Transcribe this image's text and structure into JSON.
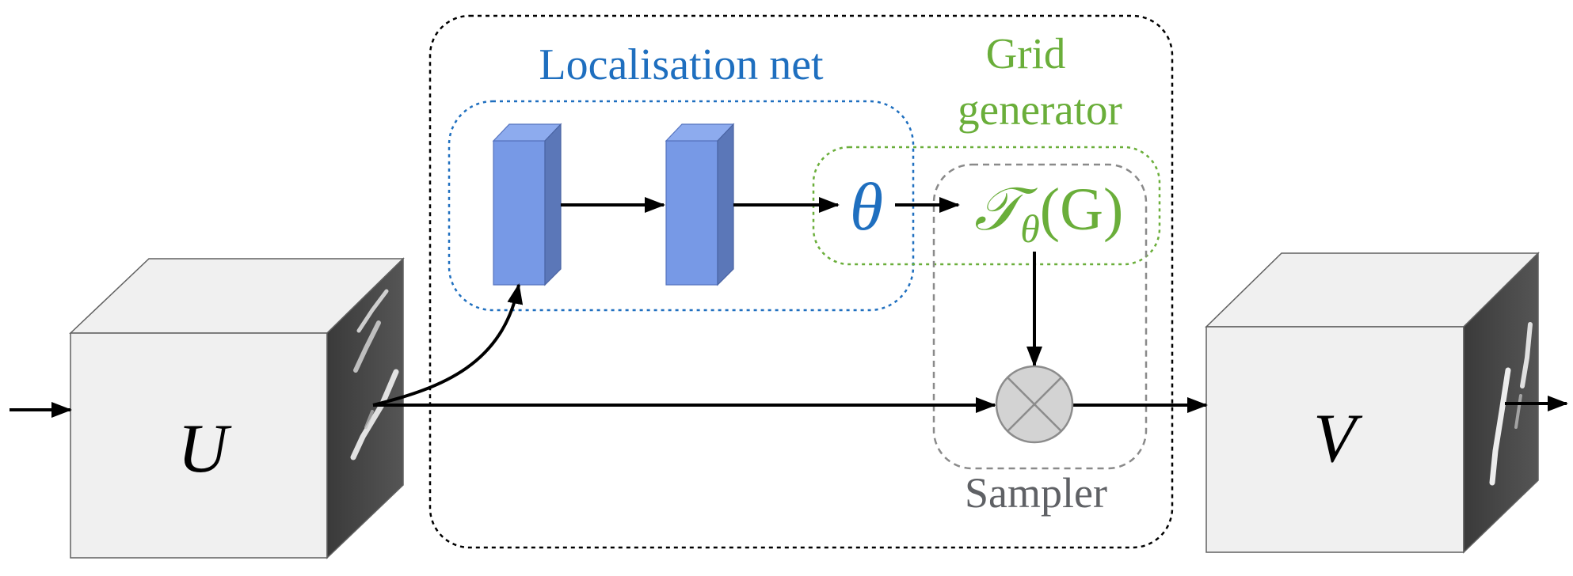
{
  "labels": {
    "localisation_net": "Localisation net",
    "grid_generator_line1": "Grid",
    "grid_generator_line2": "generator",
    "sampler": "Sampler",
    "input": "U",
    "output": "V",
    "theta": "θ",
    "transform_main": "𝒯",
    "transform_sub": "θ",
    "transform_arg": "(G)"
  },
  "colors": {
    "localisation": "#1f6fbf",
    "grid_generator": "#6aae3a",
    "sampler": "#5f6165",
    "layer_fill": "#7b9ae6",
    "cube_face": "#f0f0f0"
  },
  "icons": {
    "sampler_node": "circled-times-icon"
  }
}
